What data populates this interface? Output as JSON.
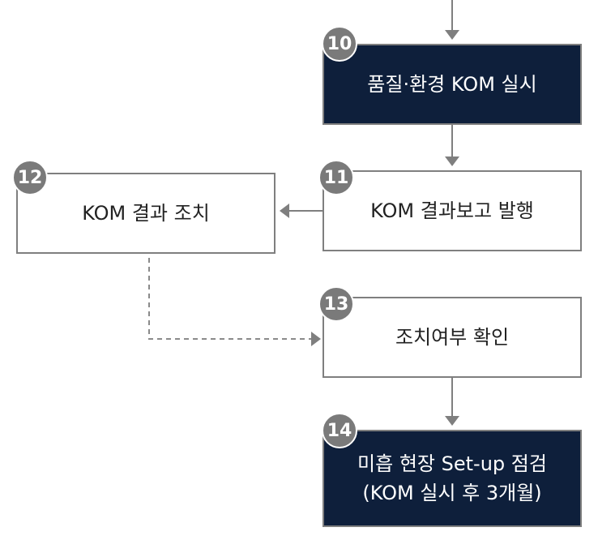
{
  "steps": [
    {
      "number": "10",
      "label": "품질·환경 KOM 실시"
    },
    {
      "number": "11",
      "label": "KOM 결과보고 발행"
    },
    {
      "number": "12",
      "label": "KOM 결과 조치"
    },
    {
      "number": "13",
      "label": "조치여부 확인"
    },
    {
      "number": "14",
      "label": "미흡 현장 Set-up 점검\n(KOM 실시 후 3개월)"
    }
  ],
  "colors": {
    "dark_fill": "#0e1f3b",
    "border": "#7f7f7f",
    "badge": "#7a7a7a",
    "connector": "#7f7f7f"
  }
}
